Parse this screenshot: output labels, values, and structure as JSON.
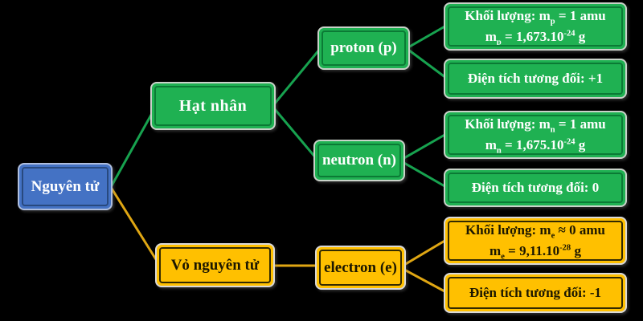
{
  "colors": {
    "background": "#000000",
    "root_fill": "#4472C4",
    "root_inner_border": "#28497E",
    "green_fill": "#1FB152",
    "green_inner_border": "#0B7A35",
    "gold_fill": "#FFC000",
    "gold_inner_border": "#332A00",
    "connector_green": "#17A24F",
    "connector_gold": "#DFA613",
    "text_light": "#FFFFFF",
    "text_dark": "#1C1700"
  },
  "root": {
    "label": "Nguyên tử"
  },
  "nucleus": {
    "label": "Hạt nhân"
  },
  "shell": {
    "label": "Vỏ nguyên tử"
  },
  "proton": {
    "label": "proton (p)",
    "mass_l1_a": "Khối lượng: m",
    "mass_l1_sub": "p",
    "mass_l1_b": " = 1 amu",
    "mass_l2_a": "m",
    "mass_l2_sub": "p",
    "mass_l2_b": " = 1,673.10",
    "mass_l2_sup": "-24",
    "mass_l2_c": " g",
    "charge": "Điện tích tương đối: +1"
  },
  "neutron": {
    "label": "neutron (n)",
    "mass_l1_a": "Khối lượng: m",
    "mass_l1_sub": "n",
    "mass_l1_b": " = 1 amu",
    "mass_l2_a": "m",
    "mass_l2_sub": "n",
    "mass_l2_b": " = 1,675.10",
    "mass_l2_sup": "-24",
    "mass_l2_c": " g",
    "charge": "Điện tích tương đối: 0"
  },
  "electron": {
    "label": "electron (e)",
    "mass_l1_a": "Khối lượng: m",
    "mass_l1_sub": "e",
    "mass_l1_b": " ≈ 0 amu",
    "mass_l2_a": "m",
    "mass_l2_sub": "e",
    "mass_l2_b": " = 9,11.10",
    "mass_l2_sup": "-28",
    "mass_l2_c": " g",
    "charge": "Điện tích tương đối: -1"
  }
}
